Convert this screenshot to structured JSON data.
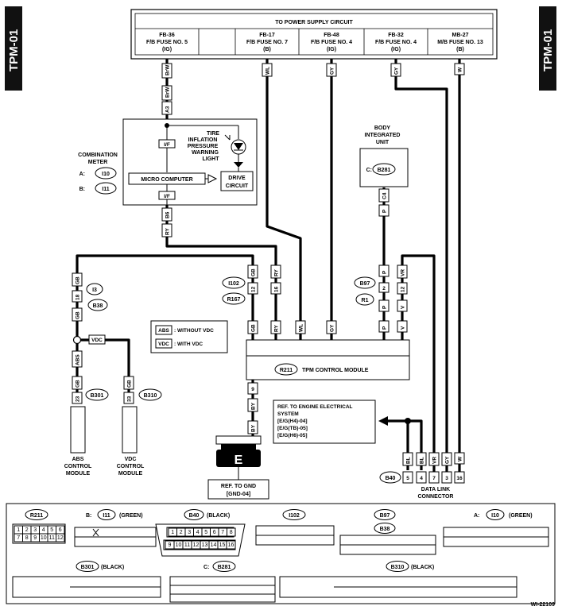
{
  "side_tab": "TPM-01",
  "supply": {
    "title": "TO POWER SUPPLY CIRCUIT",
    "fuses": [
      {
        "code": "FB-36",
        "name": "F/B FUSE NO. 5",
        "mode": "(IG)"
      },
      {
        "code": "FB-17",
        "name": "F/B FUSE NO. 7",
        "mode": "(B)"
      },
      {
        "code": "FB-48",
        "name": "F/B FUSE NO. 4",
        "mode": "(IG)"
      },
      {
        "code": "FB-32",
        "name": "F/B FUSE NO. 4",
        "mode": "(IG)"
      },
      {
        "code": "MB-27",
        "name": "M/B FUSE NO. 13",
        "mode": "(B)"
      }
    ]
  },
  "wires": {
    "brw": "BrW",
    "wl": "WL",
    "gy": "GY",
    "w": "W",
    "ry": "RY",
    "gb": "GB",
    "p": "P",
    "v": "V",
    "vr": "VR",
    "by": "BY",
    "bl": "BL",
    "abs": "ABS",
    "vdc": "VDC"
  },
  "pins": {
    "a3": "A3",
    "b6": "B6",
    "c4": "C4",
    "p18": "18",
    "p23": "23",
    "p33": "33",
    "p12": "12",
    "p16": "16",
    "p2": "2",
    "p4": "4",
    "p6": "6",
    "p5": "5",
    "p8": "8",
    "p1": "1",
    "p9": "9",
    "p7": "7",
    "p3": "3"
  },
  "combination_meter": {
    "label": [
      "COMBINATION",
      "METER"
    ],
    "conn_a_prefix": "A:",
    "conn_a": "I10",
    "conn_b_prefix": "B:",
    "conn_b": "I11",
    "if_label": "I/F",
    "warning": [
      "TIRE",
      "INFLATION",
      "PRESSURE",
      "WARNING",
      "LIGHT"
    ],
    "micro": "MICRO COMPUTER",
    "drive": [
      "DRIVE",
      "CIRCUIT"
    ]
  },
  "body_unit": {
    "label": [
      "BODY",
      "INTEGRATED",
      "UNIT"
    ],
    "conn_prefix": "C:",
    "conn": "B281"
  },
  "connectors": {
    "i3": "I3",
    "b38": "B38",
    "i102": "I102",
    "r167": "R167",
    "b97": "B97",
    "r1": "R1",
    "b301": "B301",
    "b310": "B310",
    "b40": "B40"
  },
  "legend": {
    "abs_key": "ABS",
    "abs_text": ": WITHOUT VDC",
    "vdc_key": "VDC",
    "vdc_text": ": WITH VDC"
  },
  "tpm_module": {
    "conn": "R211",
    "label": "TPM CONTROL MODULE"
  },
  "abs_module": [
    "ABS",
    "CONTROL",
    "MODULE"
  ],
  "vdc_module": [
    "VDC",
    "CONTROL",
    "MODULE"
  ],
  "engine_ref": [
    "REF. TO ENGINE ELECTRICAL",
    "SYSTEM",
    "[E/G(H4)-04]",
    "[E/G(TB)-05]",
    "[E/G(H6)-05]"
  ],
  "ground": {
    "symbol": "E",
    "ref": [
      "REF. TO GND",
      "[GND-04]"
    ]
  },
  "dlc": [
    "DATA LINK",
    "CONNECTOR"
  ],
  "views": {
    "r211": {
      "title": "R211",
      "rows": [
        [
          "1",
          "2",
          "3",
          "4",
          "5",
          "6"
        ],
        [
          "7",
          "8",
          "9",
          "10",
          "11",
          "12"
        ]
      ]
    },
    "i11": {
      "prefix": "B:",
      "title": "I11",
      "color": "(GREEN)"
    },
    "b40": {
      "title": "B40",
      "color": "(BLACK)",
      "rows": [
        [
          "1",
          "2",
          "3",
          "4",
          "5",
          "6",
          "7",
          "8"
        ],
        [
          "9",
          "10",
          "11",
          "12",
          "13",
          "14",
          "15",
          "16"
        ]
      ]
    },
    "i102": {
      "title": "I102"
    },
    "b97": {
      "title": "B97",
      "alt": "B38"
    },
    "i10": {
      "prefix": "A:",
      "title": "I10",
      "color": "(GREEN)"
    },
    "b301": {
      "title": "B301",
      "color": "(BLACK)"
    },
    "b281": {
      "prefix": "C:",
      "title": "B281"
    },
    "b310": {
      "title": "B310",
      "color": "(BLACK)"
    }
  },
  "figure_id": "WI-22109"
}
